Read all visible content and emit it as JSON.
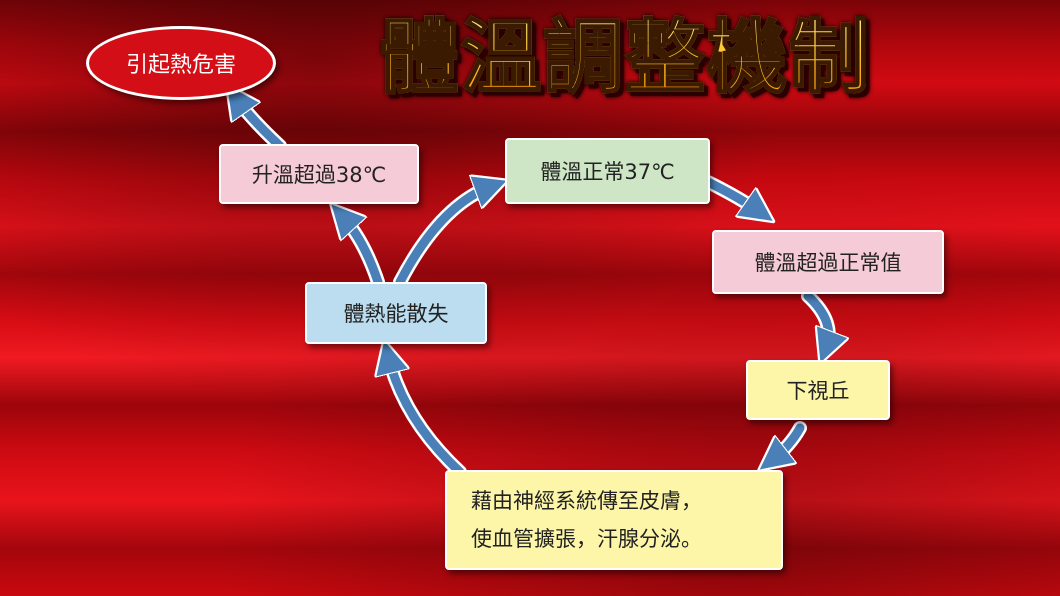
{
  "title": "體溫調整機制",
  "nodes": {
    "heat_hazard": "引起熱危害",
    "temp_over_38": "升溫超過38℃",
    "temp_normal": "體溫正常37℃",
    "temp_exceed": "體溫超過正常值",
    "hypothalamus": "下視丘",
    "heat_loss": "體熱能散失",
    "nerve_line1": "藉由神經系統傳至皮膚，",
    "nerve_line2": "使血管擴張，汗腺分泌。"
  },
  "colors": {
    "arrow": "#4a7fb8",
    "arrow_outline": "#ffffff",
    "ellipse": "#d40e16",
    "pink": "#f6cbd8",
    "green": "#cfe6c6",
    "blue": "#bcdcf0",
    "yellow": "#fdf6a8"
  }
}
